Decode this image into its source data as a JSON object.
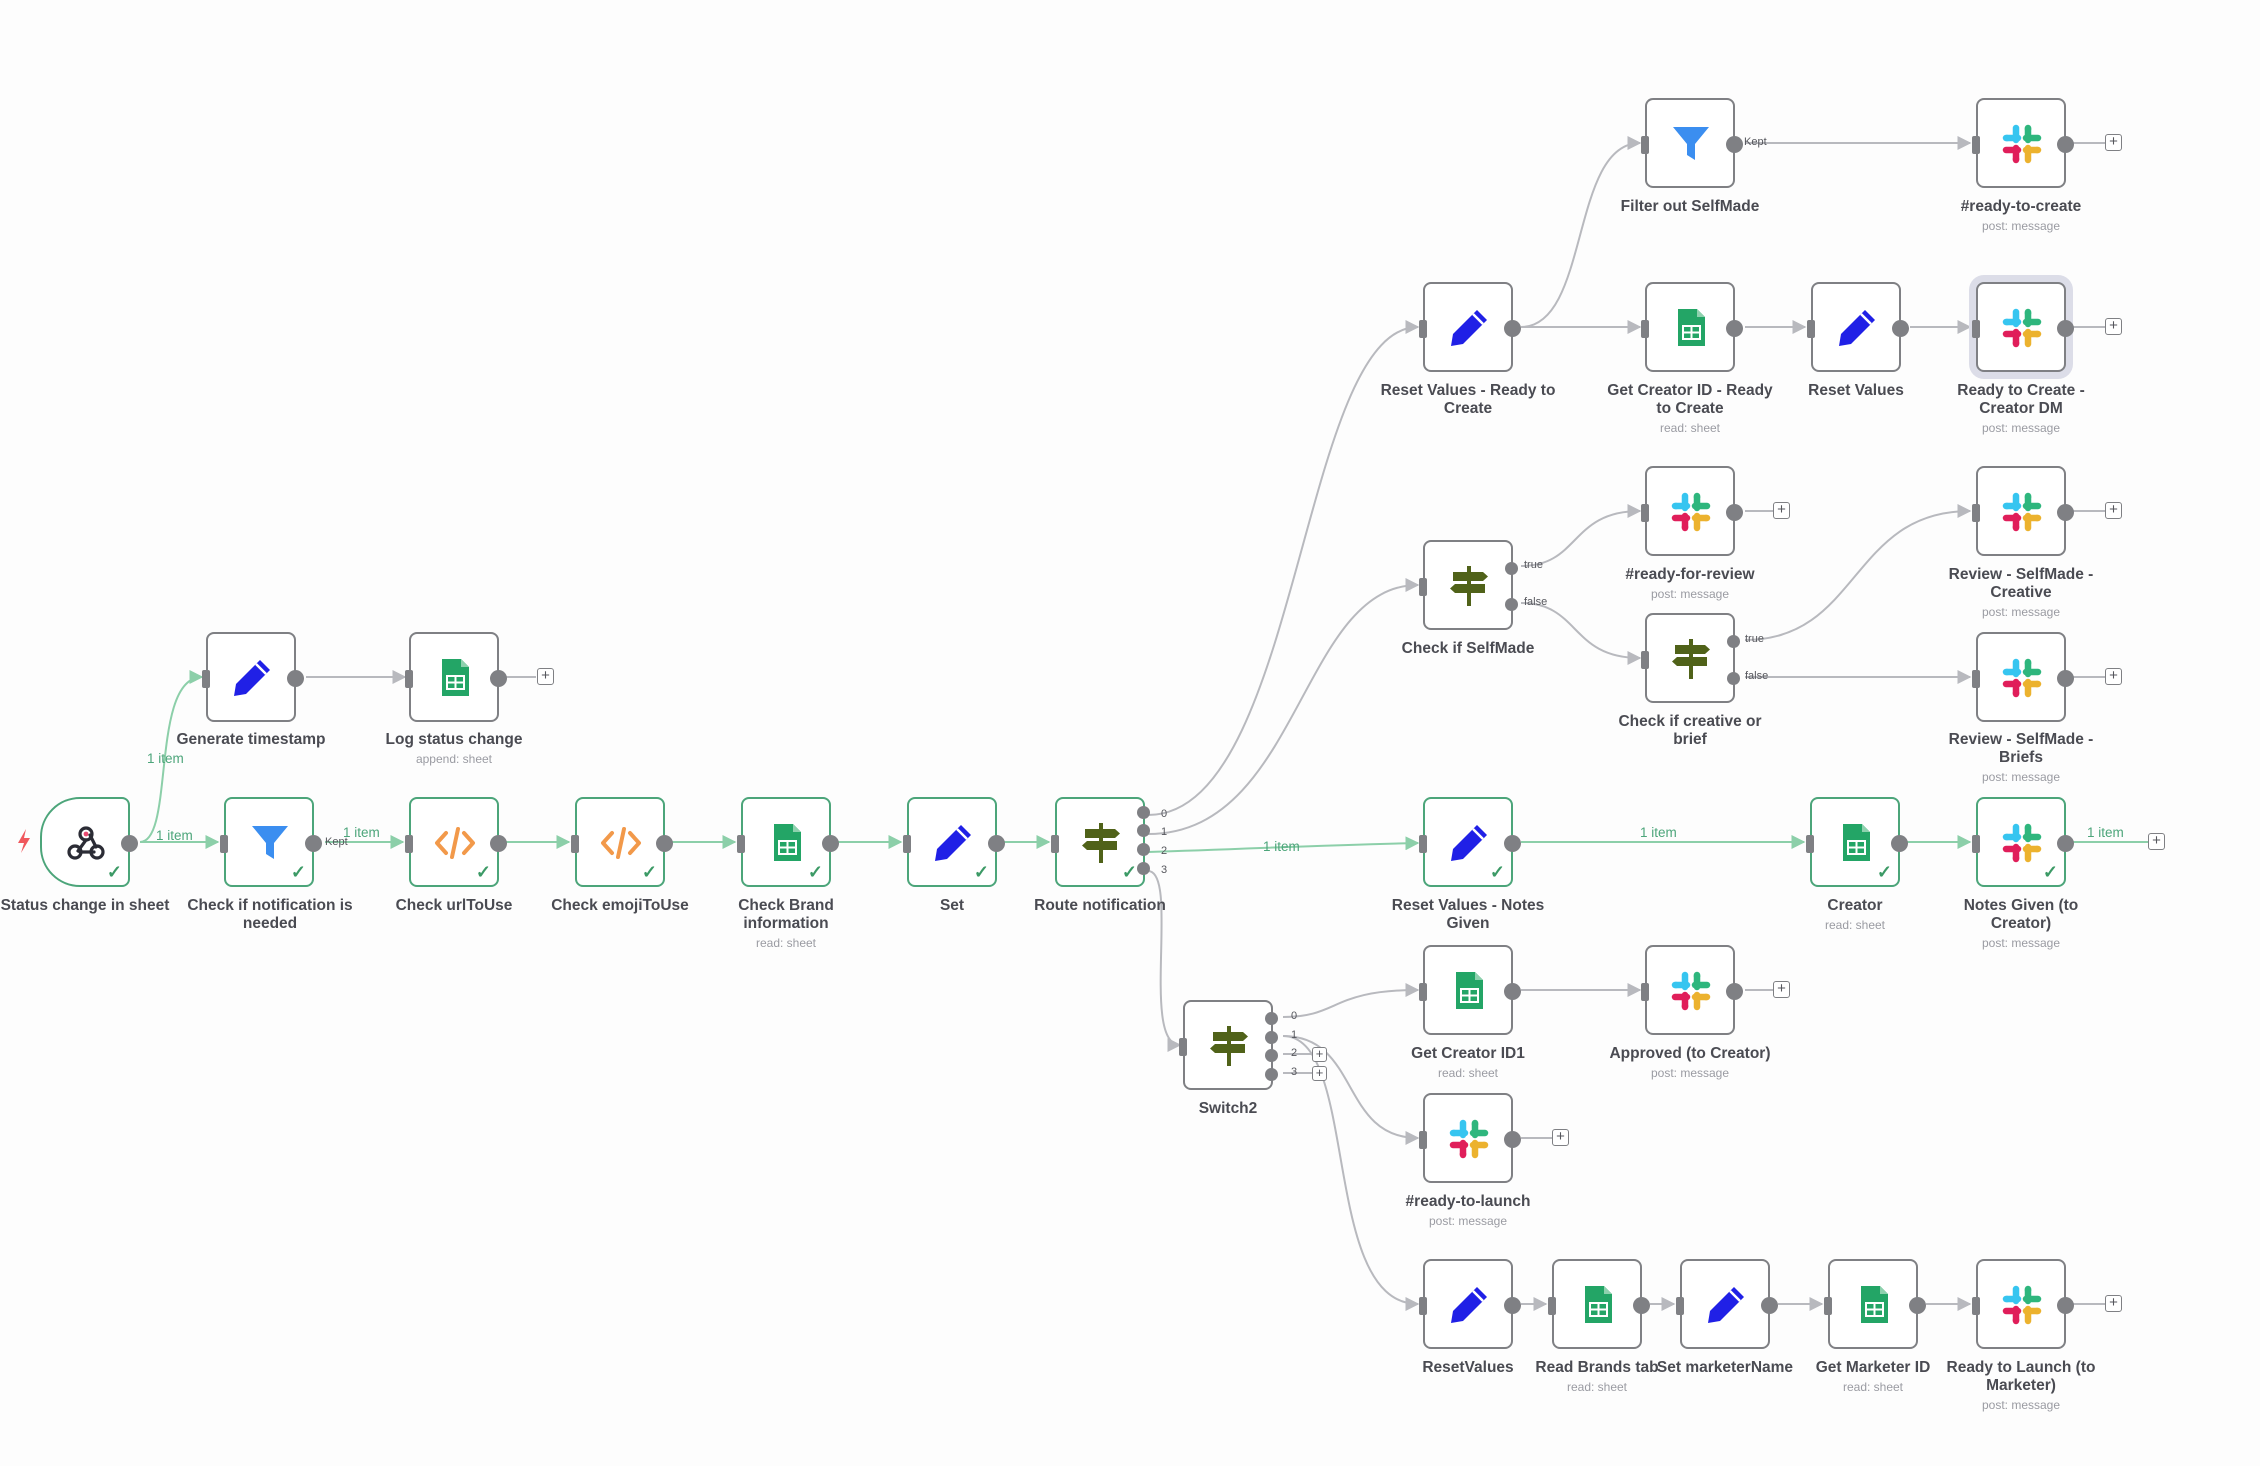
{
  "nodes": [
    {
      "id": "status",
      "label": "Status change in sheet",
      "icon": "webhook-icon",
      "sub": ""
    },
    {
      "id": "checknotif",
      "label": "Check if notification is needed",
      "icon": "filter-icon",
      "sub": ""
    },
    {
      "id": "checkurl",
      "label": "Check urlToUse",
      "icon": "code-icon",
      "sub": ""
    },
    {
      "id": "checkemoji",
      "label": "Check emojiToUse",
      "icon": "code-icon",
      "sub": ""
    },
    {
      "id": "brand",
      "label": "Check Brand information",
      "icon": "google-sheets-icon",
      "sub": "read: sheet"
    },
    {
      "id": "set",
      "label": "Set",
      "icon": "pencil-icon",
      "sub": ""
    },
    {
      "id": "route",
      "label": "Route notification",
      "icon": "signpost-icon",
      "sub": ""
    },
    {
      "id": "gents",
      "label": "Generate timestamp",
      "icon": "pencil-icon",
      "sub": ""
    },
    {
      "id": "logstatus",
      "label": "Log status change",
      "icon": "google-sheets-icon",
      "sub": "append: sheet"
    },
    {
      "id": "resetready",
      "label": "Reset Values - Ready to Create",
      "icon": "pencil-icon",
      "sub": ""
    },
    {
      "id": "filterself",
      "label": "Filter out SelfMade",
      "icon": "filter-icon",
      "sub": ""
    },
    {
      "id": "readytocreate",
      "label": "#ready-to-create",
      "icon": "slack-icon",
      "sub": "post: message"
    },
    {
      "id": "getcreatorready",
      "label": "Get Creator ID - Ready to Create",
      "icon": "google-sheets-icon",
      "sub": "read: sheet"
    },
    {
      "id": "resetvalues",
      "label": "Reset Values",
      "icon": "pencil-icon",
      "sub": ""
    },
    {
      "id": "readydm",
      "label": "Ready to Create - Creator DM",
      "icon": "slack-icon",
      "sub": "post: message"
    },
    {
      "id": "checkself",
      "label": "Check if SelfMade",
      "icon": "signpost-icon",
      "sub": ""
    },
    {
      "id": "readyreview",
      "label": "#ready-for-review",
      "icon": "slack-icon",
      "sub": "post: message"
    },
    {
      "id": "checkcreative",
      "label": "Check if creative or brief",
      "icon": "signpost-icon",
      "sub": ""
    },
    {
      "id": "reviewcreative",
      "label": "Review - SelfMade - Creative",
      "icon": "slack-icon",
      "sub": "post: message"
    },
    {
      "id": "reviewbriefs",
      "label": "Review - SelfMade - Briefs",
      "icon": "slack-icon",
      "sub": "post: message"
    },
    {
      "id": "resetnotes",
      "label": "Reset Values - Notes Given",
      "icon": "pencil-icon",
      "sub": ""
    },
    {
      "id": "creator",
      "label": "Creator",
      "icon": "google-sheets-icon",
      "sub": "read: sheet"
    },
    {
      "id": "notesgiven",
      "label": "Notes Given (to Creator)",
      "icon": "slack-icon",
      "sub": "post: message"
    },
    {
      "id": "switch2",
      "label": "Switch2",
      "icon": "signpost-icon",
      "sub": ""
    },
    {
      "id": "getcreator1",
      "label": "Get Creator ID1",
      "icon": "google-sheets-icon",
      "sub": "read: sheet"
    },
    {
      "id": "approved",
      "label": "Approved (to Creator)",
      "icon": "slack-icon",
      "sub": "post: message"
    },
    {
      "id": "readylaunch",
      "label": "#ready-to-launch",
      "icon": "slack-icon",
      "sub": "post: message"
    },
    {
      "id": "resetvalues2",
      "label": "ResetValues",
      "icon": "pencil-icon",
      "sub": ""
    },
    {
      "id": "readbrands",
      "label": "Read Brands tab",
      "icon": "google-sheets-icon",
      "sub": "read: sheet"
    },
    {
      "id": "setmarketer",
      "label": "Set marketerName",
      "icon": "pencil-icon",
      "sub": ""
    },
    {
      "id": "getmarketer",
      "label": "Get Marketer ID",
      "icon": "google-sheets-icon",
      "sub": "read: sheet"
    },
    {
      "id": "launchmarketer",
      "label": "Ready to Launch (to Marketer)",
      "icon": "slack-icon",
      "sub": "post: message"
    }
  ],
  "edge_labels": {
    "one_item": "1 item",
    "kept": "Kept",
    "true": "true",
    "false": "false",
    "switch_outputs": [
      "0",
      "1",
      "2",
      "3"
    ]
  },
  "add_button": "+"
}
